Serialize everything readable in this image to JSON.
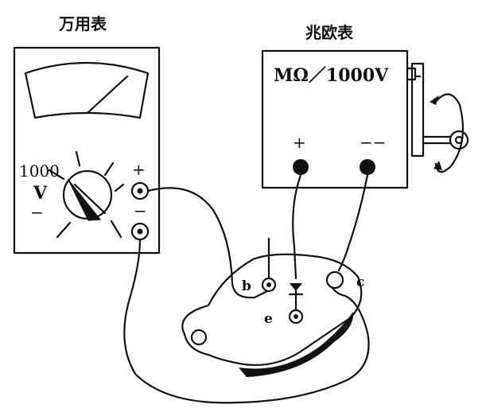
{
  "multimeter": {
    "title": "万用表",
    "range_value": "1000",
    "range_unit": "V",
    "plus_sign": "+",
    "minus_sign": "−",
    "terminal_plus": "+",
    "terminal_minus": "−"
  },
  "megger": {
    "title": "兆欧表",
    "scale_label": "MΩ／1000V",
    "terminal_plus": "+",
    "terminal_minus": "−−"
  },
  "transistor": {
    "pin_b": "b",
    "pin_e": "e",
    "pin_c": "c"
  }
}
